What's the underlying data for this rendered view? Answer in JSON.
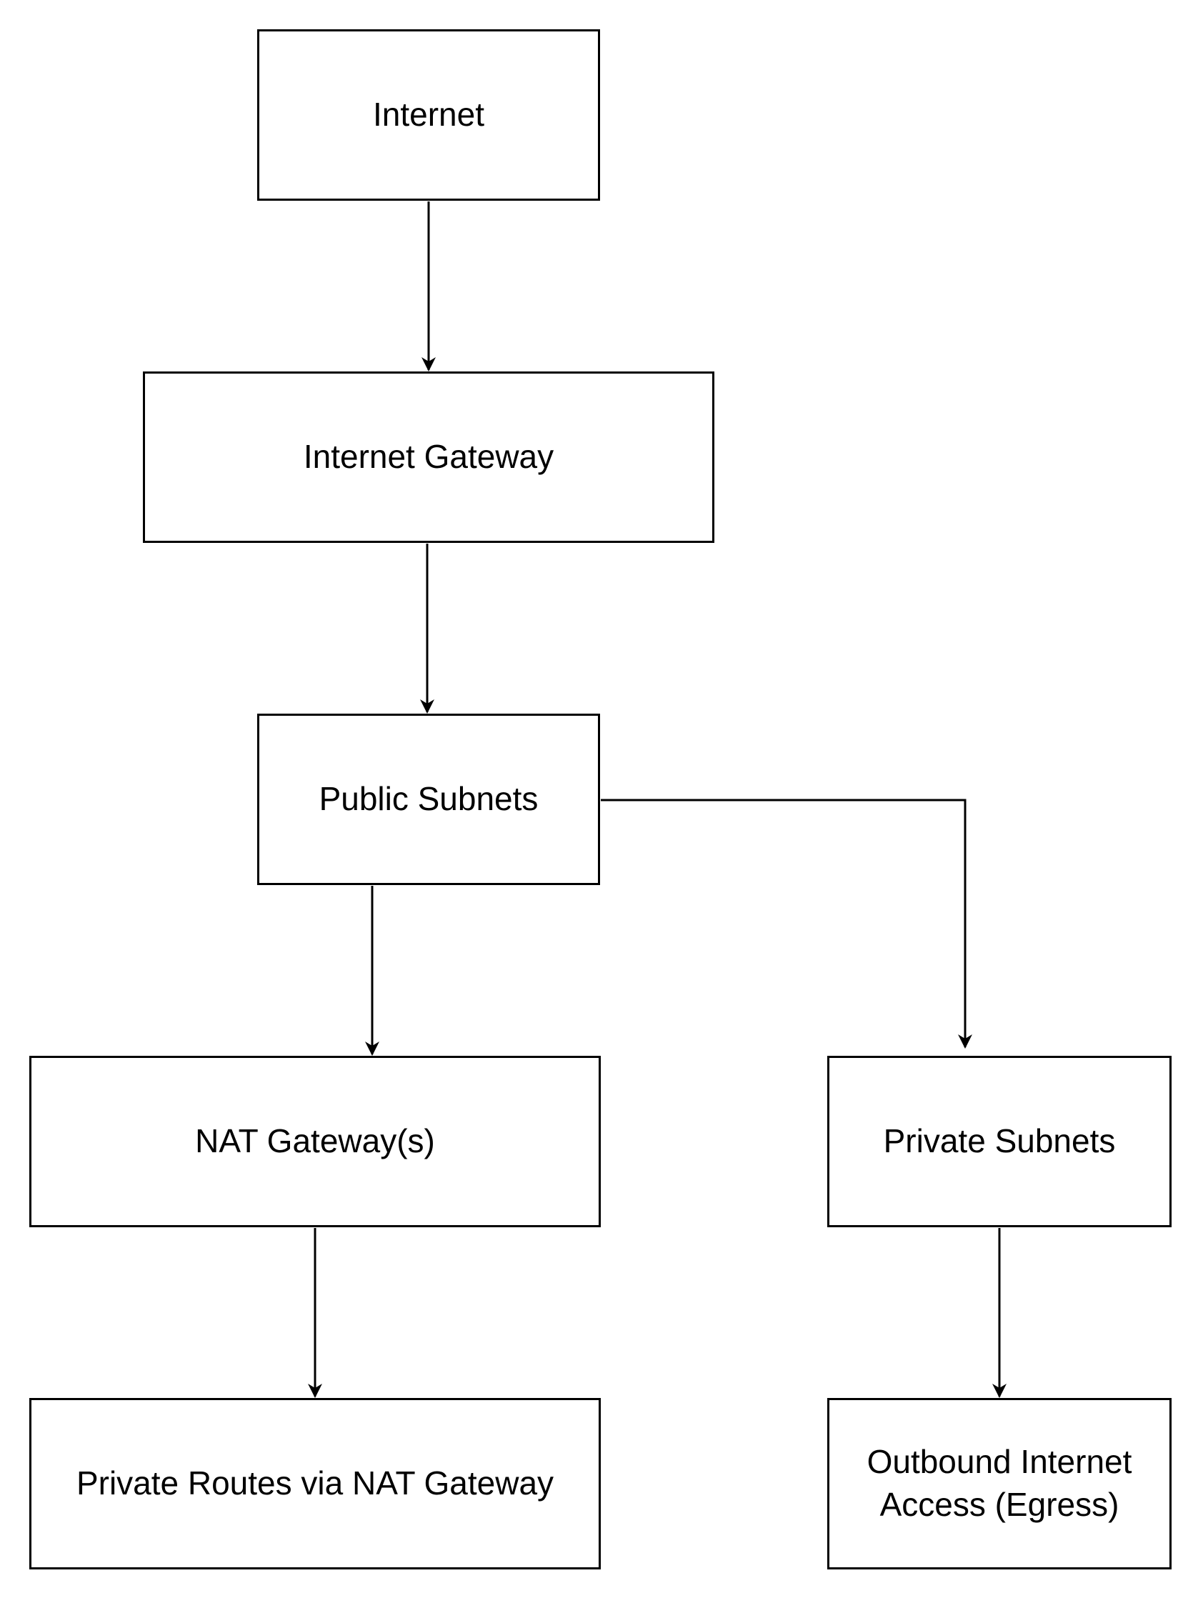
{
  "diagram": {
    "nodes": {
      "internet": "Internet",
      "internet_gateway": "Internet Gateway",
      "public_subnets": "Public Subnets",
      "nat_gateways": "NAT Gateway(s)",
      "private_subnets": "Private Subnets",
      "private_routes": "Private Routes via NAT Gateway",
      "outbound_access": "Outbound Internet\nAccess (Egress)"
    },
    "edges": [
      {
        "from": "internet",
        "to": "internet_gateway"
      },
      {
        "from": "internet_gateway",
        "to": "public_subnets"
      },
      {
        "from": "public_subnets",
        "to": "nat_gateways"
      },
      {
        "from": "public_subnets",
        "to": "private_subnets"
      },
      {
        "from": "nat_gateways",
        "to": "private_routes"
      },
      {
        "from": "private_subnets",
        "to": "outbound_access"
      }
    ],
    "colors": {
      "stroke": "#000000",
      "fill": "#ffffff",
      "text": "#000000"
    }
  }
}
